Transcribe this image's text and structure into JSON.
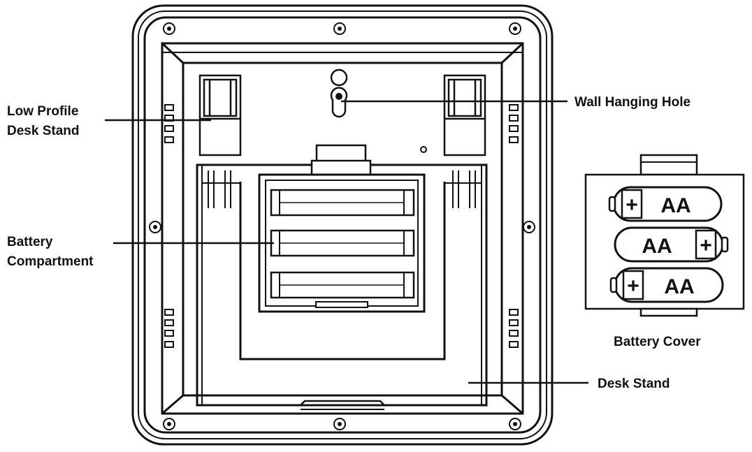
{
  "labels": {
    "low_profile_line1": "Low Profile",
    "low_profile_line2": "Desk Stand",
    "wall_hanging_hole": "Wall Hanging Hole",
    "battery_line1": "Battery",
    "battery_line2": "Compartment",
    "battery_cover": "Battery Cover",
    "desk_stand": "Desk Stand"
  },
  "batteries": [
    {
      "label": "AA",
      "plus": "+",
      "polarity": "left"
    },
    {
      "label": "AA",
      "plus": "+",
      "polarity": "right"
    },
    {
      "label": "AA",
      "plus": "+",
      "polarity": "left"
    }
  ],
  "colors": {
    "line": "#111111",
    "background": "#ffffff"
  }
}
